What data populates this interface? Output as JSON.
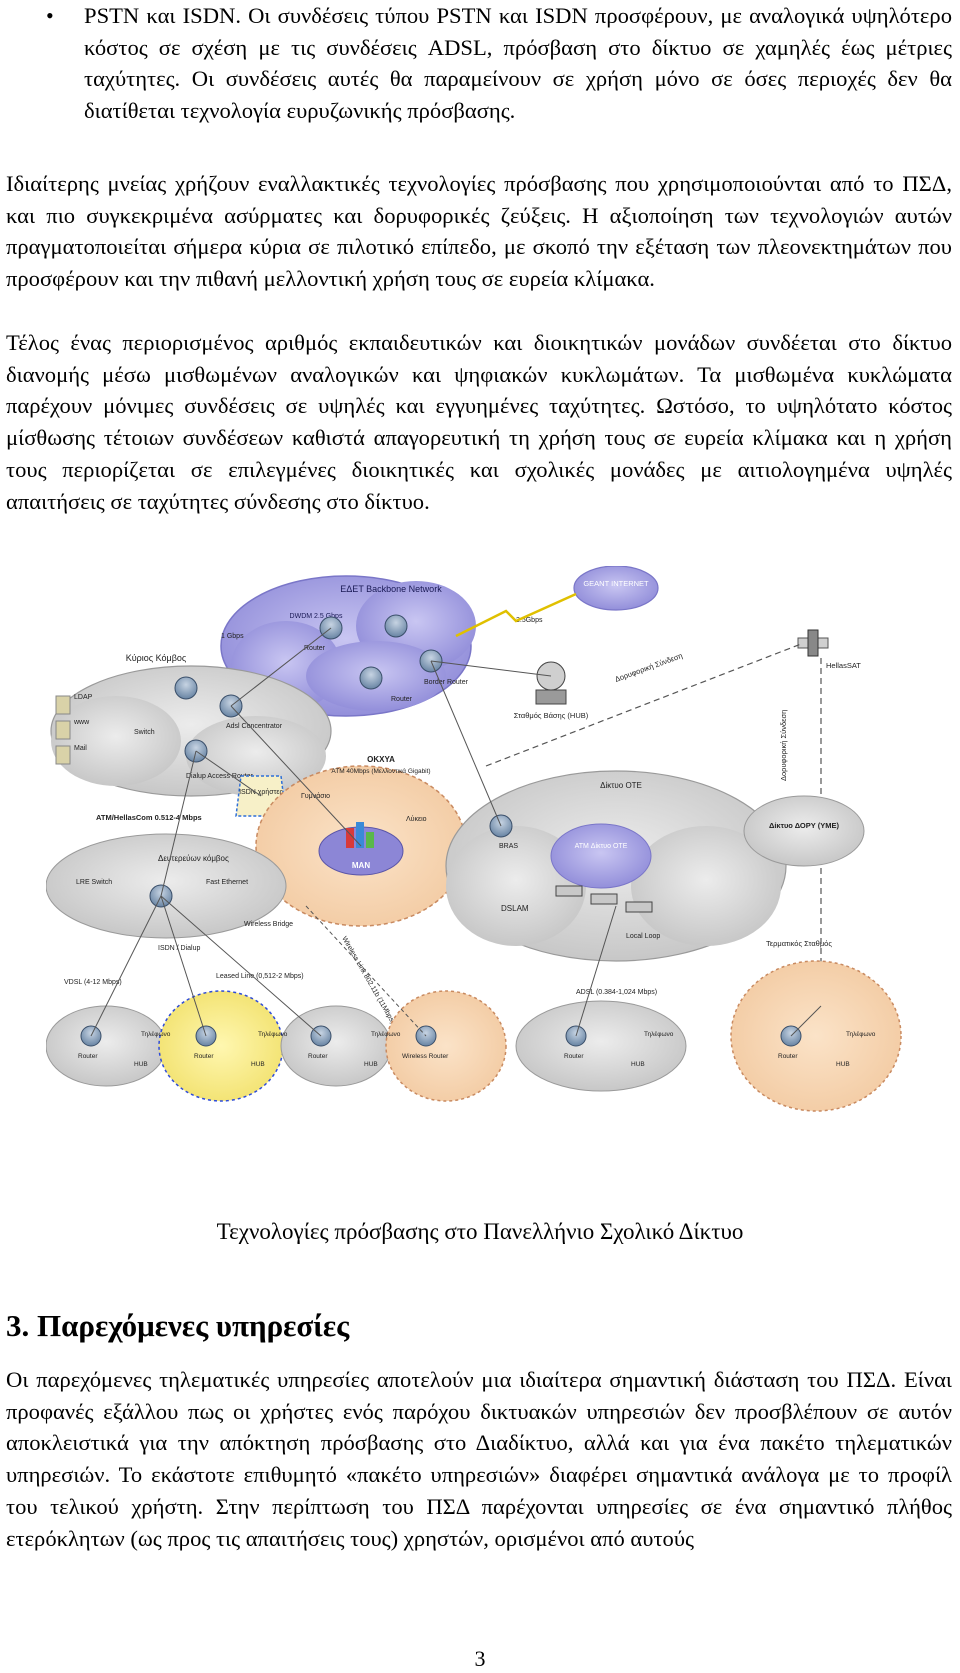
{
  "bullet": {
    "symbol": "•",
    "text": "PSTN και ISDN. Οι συνδέσεις τύπου PSTN και ISDN προσφέρουν, με αναλογικά υψηλότερο κόστος σε σχέση με τις συνδέσεις ADSL, πρόσβαση στο δίκτυο σε χαμηλές έως μέτριες ταχύτητες. Οι συνδέσεις αυτές θα παραμείνουν σε χρήση μόνο σε όσες περιοχές δεν θα διατίθεται τεχνολογία ευρυζωνικής πρόσβασης."
  },
  "paragraphs": [
    "Ιδιαίτερης μνείας χρήζουν εναλλακτικές τεχνολογίες πρόσβασης που χρησιμοποιούνται από το ΠΣΔ, και πιο συγκεκριμένα ασύρματες και δορυφορικές ζεύξεις. Η αξιοποίηση των τεχνολογιών αυτών πραγματοποιείται σήμερα κύρια σε πιλοτικό επίπεδο, με σκοπό την εξέταση των πλεονεκτημάτων που προσφέρουν και την πιθανή μελλοντική χρήση τους σε ευρεία κλίμακα.",
    "Τέλος ένας περιορισμένος αριθμός εκπαιδευτικών και διοικητικών μονάδων συνδέεται στο δίκτυο διανομής μέσω μισθωμένων αναλογικών και ψηφιακών κυκλωμάτων. Τα μισθωμένα κυκλώματα παρέχουν μόνιμες συνδέσεις σε υψηλές και εγγυημένες ταχύτητες. Ωστόσο, το υψηλότατο κόστος μίσθωσης τέτοιων συνδέσεων καθιστά απαγορευτική τη χρήση τους σε ευρεία κλίμακα και η χρήση τους περιορίζεται σε επιλεγμένες διοικητικές και σχολικές μονάδες με αιτιολογημένα υψηλές απαιτήσεις σε ταχύτητες σύνδεσης στο δίκτυο."
  ],
  "figure": {
    "caption": "Τεχνολογίες πρόσβασης στο Πανελλήνιο Σχολικό Δίκτυο",
    "labels": {
      "backbone": "ΕΔΕΤ Backbone Network",
      "geant": "GEANT INTERNET",
      "link_2_5": "2.5Gbps",
      "dwdm": "DWDM 2.5 Gbps",
      "router": "Router",
      "border_router": "Border Router",
      "gbps1": "1 Gbps",
      "kyrios_komvos": "Κύριος Κόμβος",
      "ldap": "LDAP",
      "www": "www",
      "mail": "Mail",
      "switch": "Switch",
      "adsl_conc": "Adsl Concentrator",
      "dialup_access": "Dialup Access Router",
      "isdn_users": "ISDN χρήστες",
      "atm_hellascom": "ATM/HellasCom 0.512-4 Mbps",
      "okxya": "ΟΚΧΥΑ",
      "atm_40": "ATM 40Mbps (Μελλοντικά Gigabit)",
      "gymnasio": "Γυμνάσιο",
      "lykeio": "Λύκειο",
      "man": "MAN",
      "satellite_link": "Δορυφορική Σύνδεση",
      "hellassat": "HellasSAT",
      "base_station": "Σταθμός Βάσης (HUB)",
      "ote_net": "Δίκτυο ΟΤΕ",
      "bras": "BRAS",
      "atm_ote": "ATM Δίκτυο ΟΤΕ",
      "dslam": "DSLAM",
      "local_loop": "Local Loop",
      "dory": "Δίκτυο ΔΟΡΥ (ΥΜΕ)",
      "secondary_node": "Δευτερεύων κόμβος",
      "lre_switch": "LRE Switch",
      "fast_ethernet": "Fast Ethernet",
      "wireless_bridge": "Wireless Bridge",
      "isdn_dialup": "ISDN / Dialup",
      "wireless_link": "Wireless Link 802.11b (11Mbps)",
      "vdsl": "VDSL (4-12 Mbps)",
      "leased_line": "Leased Line (0,512-2 Mbps)",
      "adsl_speed": "ADSL (0.384-1,024 Mbps)",
      "terminal_station": "Τερματικός Σταθμός",
      "hub": "HUB",
      "telephone": "Τηλέφωνο",
      "wireless_router": "Wireless Router"
    }
  },
  "section": {
    "number": "3.",
    "title": "Παρεχόμενες υπηρεσίες"
  },
  "section_paragraph": "Οι παρεχόμενες τηλεματικές υπηρεσίες αποτελούν μια ιδιαίτερα σημαντική διάσταση του ΠΣΔ. Είναι προφανές εξάλλου πως οι χρήστες ενός παρόχου δικτυακών υπηρεσιών δεν προσβλέπουν σε αυτόν αποκλειστικά για την απόκτηση πρόσβασης στο Διαδίκτυο, αλλά και για ένα πακέτο τηλεματικών υπηρεσιών. Το εκάστοτε επιθυμητό «πακέτο υπηρεσιών» διαφέρει σημαντικά ανάλογα με το προφίλ του τελικού χρήστη. Στην περίπτωση του ΠΣΔ παρέχονται υπηρεσίες σε ένα σημαντικό πλήθος ετερόκλητων (ως προς τις απαιτήσεις τους) χρηστών, ορισμένοι από αυτούς",
  "page_number": "3"
}
